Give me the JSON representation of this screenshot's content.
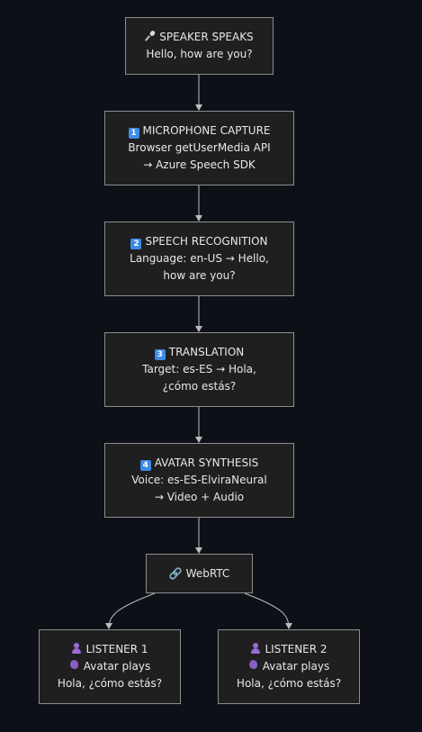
{
  "nodes": {
    "speaker": {
      "icon": "microphone-icon",
      "title": "SPEAKER SPEAKS",
      "lines": [
        "Hello, how are you?"
      ]
    },
    "capture": {
      "step": "1",
      "title": "MICROPHONE CAPTURE",
      "lines": [
        "Browser getUserMedia API",
        "→ Azure Speech SDK"
      ]
    },
    "recognition": {
      "step": "2",
      "title": "SPEECH RECOGNITION",
      "lines": [
        "Language: en-US → Hello,",
        "how are you?"
      ]
    },
    "translation": {
      "step": "3",
      "title": "TRANSLATION",
      "lines": [
        "Target: es-ES → Hola,",
        "¿cómo estás?"
      ]
    },
    "synthesis": {
      "step": "4",
      "title": "AVATAR SYNTHESIS",
      "lines": [
        "Voice: es-ES-ElviraNeural",
        "→ Video + Audio"
      ]
    },
    "webrtc": {
      "icon": "link-icon",
      "title": "WebRTC"
    },
    "listener1": {
      "icon": "person-icon",
      "title": "LISTENER 1",
      "sub_icon": "speaking-head-icon",
      "sub": "Avatar plays",
      "line": "Hola, ¿cómo estás?"
    },
    "listener2": {
      "icon": "person-icon",
      "title": "LISTENER 2",
      "sub_icon": "speaking-head-icon",
      "sub": "Avatar plays",
      "line": "Hola, ¿cómo estás?"
    }
  },
  "edges": [
    {
      "from": "speaker",
      "to": "capture"
    },
    {
      "from": "capture",
      "to": "recognition"
    },
    {
      "from": "recognition",
      "to": "translation"
    },
    {
      "from": "translation",
      "to": "synthesis"
    },
    {
      "from": "synthesis",
      "to": "webrtc"
    },
    {
      "from": "webrtc",
      "to": "listener1"
    },
    {
      "from": "webrtc",
      "to": "listener2"
    }
  ],
  "colors": {
    "background": "#0d1117",
    "node_fill": "#1f1f1f",
    "node_border": "#8c8c8c",
    "edge": "#bdbdbd",
    "step_badge": "#3d8be8",
    "person": "#9b6bd6"
  }
}
